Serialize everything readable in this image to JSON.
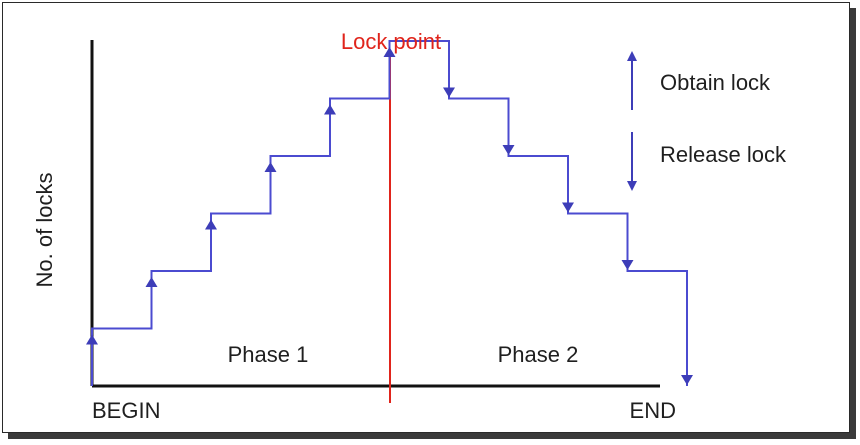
{
  "diagram": {
    "y_axis_label": "No. of locks",
    "x_start_label": "BEGIN",
    "x_end_label": "END",
    "lock_point_label": "Lock point",
    "phase1_label": "Phase 1",
    "phase2_label": "Phase 2",
    "legend": {
      "obtain_label": "Obtain lock",
      "release_label": "Release lock"
    }
  },
  "colors": {
    "step_line": "#4b4bd0",
    "arrow": "#3d3db8",
    "lock_point": "#e0241b",
    "axis": "#111111"
  },
  "chart_data": {
    "type": "line",
    "xlabel": "",
    "ylabel": "No. of locks",
    "series": [
      {
        "values": [
          1,
          2,
          3,
          4,
          5,
          6,
          5,
          4,
          3,
          2,
          0
        ]
      }
    ]
  }
}
